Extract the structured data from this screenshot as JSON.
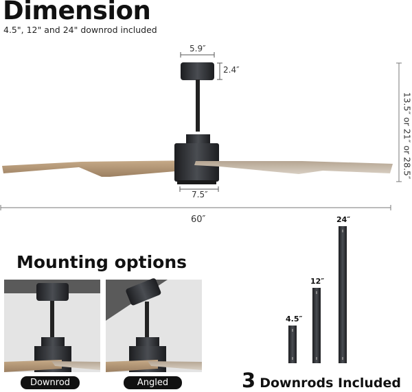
{
  "header": {
    "title": "Dimension",
    "subtitle": "4.5\", 12\" and 24\" downrod included"
  },
  "dimensions": {
    "canopy_width": "5.9″",
    "canopy_height": "2.4″",
    "motor_width": "7.5″",
    "overall_height": "13.5″ or 21″ or 28.5″",
    "blade_span": "60″"
  },
  "mounting": {
    "title": "Mounting options",
    "options": [
      {
        "label": "Downrod"
      },
      {
        "label": "Angled"
      }
    ]
  },
  "downrods": {
    "items": [
      {
        "label": "4.5″"
      },
      {
        "label": "12″"
      },
      {
        "label": "24″"
      }
    ],
    "count": "3",
    "caption": "Downrods Included"
  },
  "colors": {
    "metal": "#2b2d30",
    "wood": "#b89a78",
    "wall": "#e4e4e4",
    "ceiling": "#5a5a5a"
  }
}
